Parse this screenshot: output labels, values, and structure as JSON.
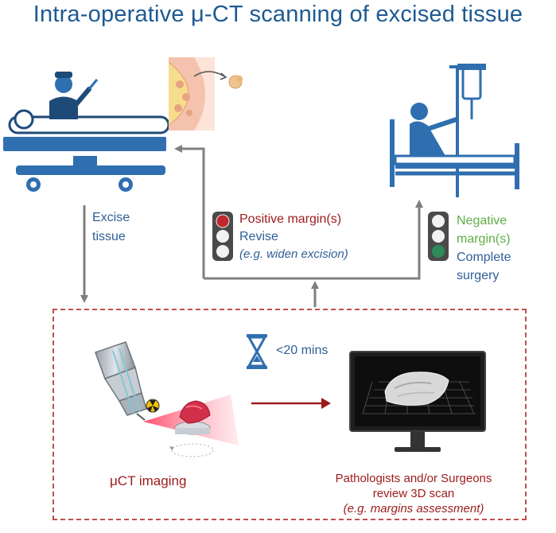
{
  "title": "Intra-operative μ-CT scanning of excised tissue",
  "excise": [
    "Excise",
    "tissue"
  ],
  "positive": {
    "label": "Positive margin(s)",
    "action": "Revise",
    "example": "(e.g. widen excision)"
  },
  "negative": {
    "label_line1": "Negative",
    "label_line2": "margin(s)",
    "action_line1": "Complete",
    "action_line2": "surgery"
  },
  "time": "<20 mins",
  "imaging_label": "μCT imaging",
  "review": {
    "line1": "Pathologists and/or Surgeons",
    "line2": "review 3D scan",
    "line3": "(e.g. margins assessment)"
  },
  "colors": {
    "title": "#1d5a92",
    "blue_text": "#2f5f97",
    "red_text": "#9b1b1b",
    "green_text": "#5fae46",
    "dashed_box": "#c0504d",
    "arrow_gray": "#7f7f7f"
  }
}
